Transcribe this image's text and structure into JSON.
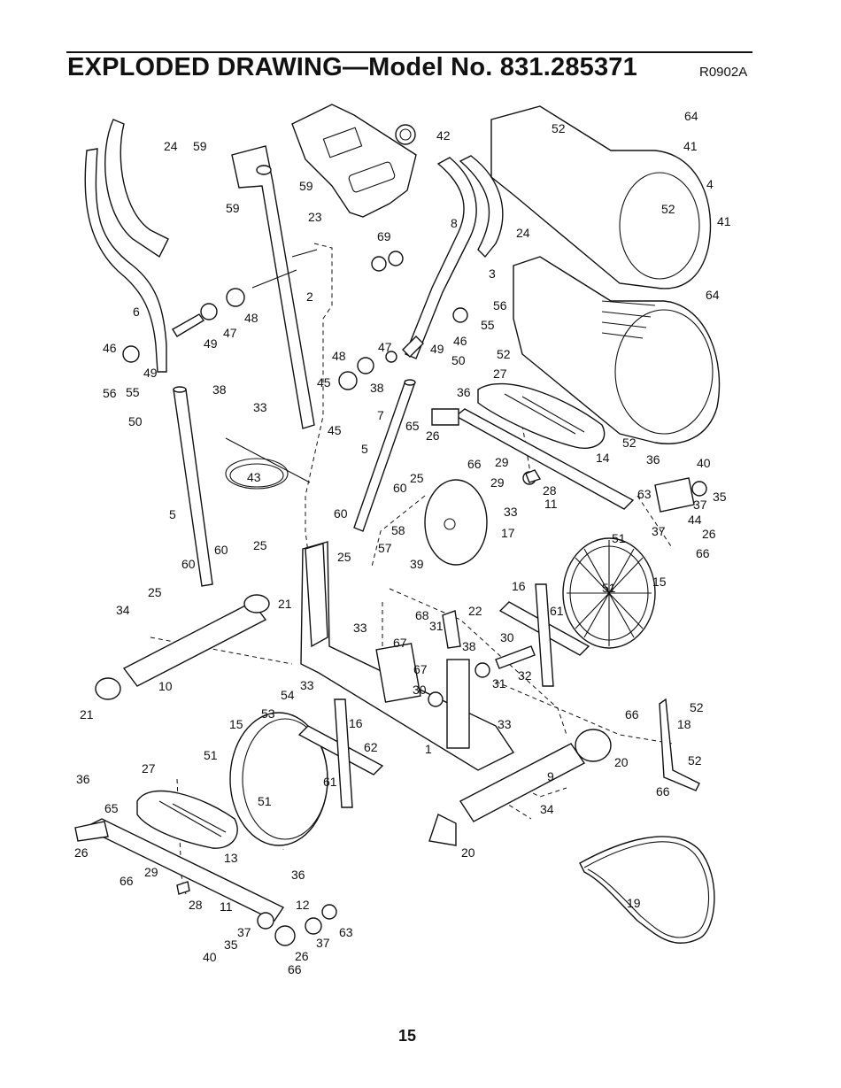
{
  "header": {
    "title": "EXPLODED DRAWING—Model No. 831.285371",
    "code": "R0902A"
  },
  "footer": {
    "page_number": "15"
  },
  "diagram": {
    "labels": [
      "24",
      "59",
      "59",
      "59",
      "23",
      "42",
      "64",
      "52",
      "41",
      "4",
      "52",
      "41",
      "64",
      "6",
      "49",
      "47",
      "48",
      "2",
      "69",
      "8",
      "24",
      "3",
      "56",
      "55",
      "46",
      "49",
      "46",
      "49",
      "56",
      "55",
      "47",
      "48",
      "45",
      "38",
      "33",
      "7",
      "45",
      "50",
      "36",
      "65",
      "26",
      "52",
      "27",
      "50",
      "38",
      "5",
      "14",
      "66",
      "52",
      "43",
      "29",
      "36",
      "40",
      "25",
      "60",
      "28",
      "63",
      "35",
      "29",
      "33",
      "11",
      "37",
      "44",
      "60",
      "58",
      "17",
      "37",
      "26",
      "25",
      "57",
      "25",
      "39",
      "51",
      "66",
      "5",
      "60",
      "16",
      "15",
      "51",
      "25",
      "60",
      "21",
      "34",
      "22",
      "61",
      "68",
      "38",
      "33",
      "67",
      "30",
      "31",
      "32",
      "67",
      "10",
      "31",
      "52",
      "33",
      "30",
      "54",
      "53",
      "21",
      "16",
      "66",
      "18",
      "15",
      "62",
      "33",
      "1",
      "51",
      "27",
      "61",
      "9",
      "20",
      "52",
      "36",
      "65",
      "51",
      "66",
      "34",
      "20",
      "26",
      "13",
      "66",
      "29",
      "36",
      "28",
      "11",
      "12",
      "19",
      "37",
      "63",
      "37",
      "35",
      "40",
      "26",
      "66"
    ]
  }
}
